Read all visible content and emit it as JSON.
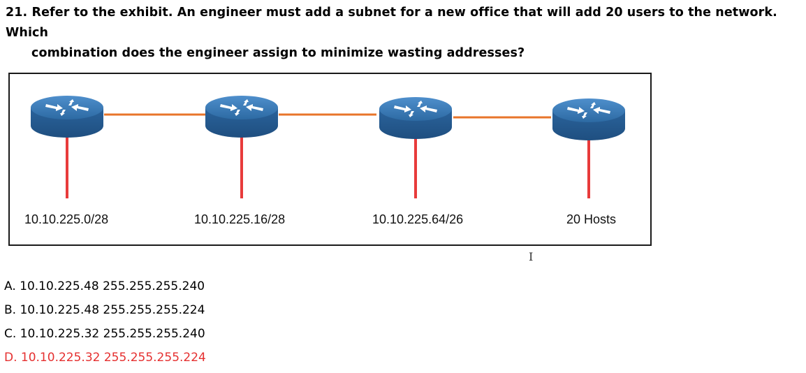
{
  "question": {
    "line1": "21. Refer to the exhibit. An engineer must add a subnet for a new office that will add 20 users to the network. Which",
    "line2": "combination does the engineer assign to minimize wasting addresses?"
  },
  "exhibit": {
    "labels": [
      "10.10.225.0/28",
      "10.10.225.16/28",
      "10.10.225.64/26",
      "20 Hosts"
    ],
    "router_icon": "router-icon",
    "colors": {
      "router": "#2d6aa3",
      "wan_link": "#e8752a",
      "lan_link": "#e83b3b"
    }
  },
  "options": [
    {
      "letter": "A.",
      "text": "A. 10.10.225.48 255.255.255.240",
      "correct": false
    },
    {
      "letter": "B.",
      "text": "B. 10.10.225.48 255.255.255.224",
      "correct": false
    },
    {
      "letter": "C.",
      "text": "C. 10.10.225.32 255.255.255.240",
      "correct": false
    },
    {
      "letter": "D.",
      "text": "D. 10.10.225.32 255.255.255.224",
      "correct": true
    }
  ],
  "answer_color": "#e53030"
}
